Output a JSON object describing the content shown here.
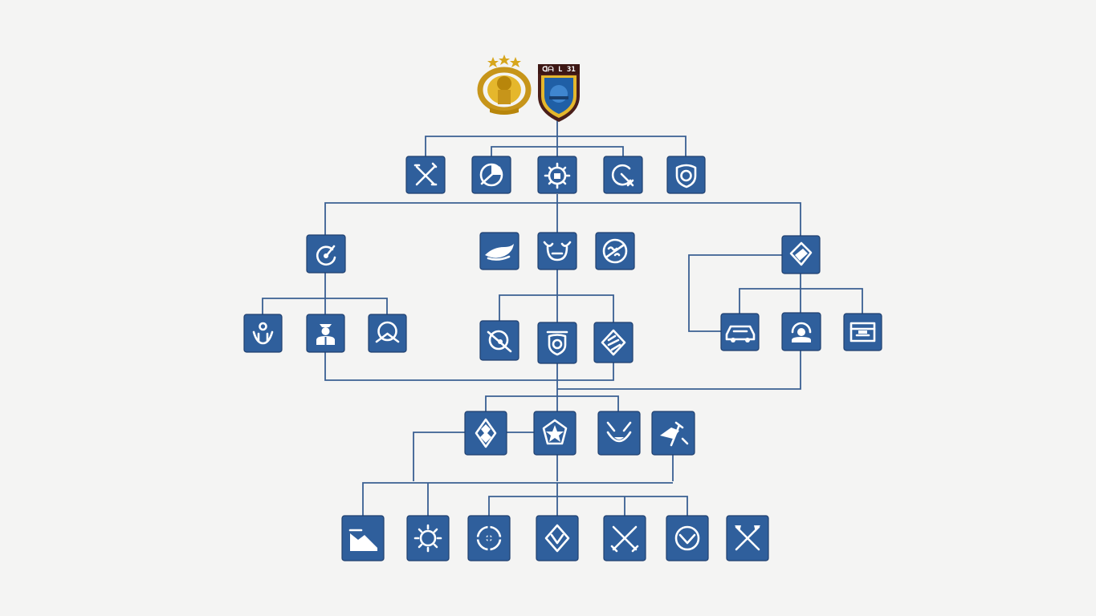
{
  "colors": {
    "background": "#f4f4f3",
    "tile": "#2f5f9c",
    "tile_border": "#1f3f6e",
    "connector": "#3a5f93",
    "gold": "#d7a61d",
    "shield_dark": "#4a1e1a",
    "shield_blue": "#1f5fa6"
  },
  "logos": {
    "emblem_icon": "police-star-emblem",
    "badge_icon": "police-shield-badge",
    "badge_text": "ᗡᗩ L 31"
  },
  "nodes": [
    {
      "id": "t1",
      "icon": "crossed-tools-icon"
    },
    {
      "id": "t2",
      "icon": "pie-chart-icon"
    },
    {
      "id": "t3",
      "icon": "gear-icon"
    },
    {
      "id": "t4",
      "icon": "search-wrench-icon"
    },
    {
      "id": "t5",
      "icon": "shield-badge-icon"
    },
    {
      "id": "l1",
      "icon": "hook-icon"
    },
    {
      "id": "c1",
      "icon": "wing-icon"
    },
    {
      "id": "c2",
      "icon": "mask-icon"
    },
    {
      "id": "c3",
      "icon": "sos-icon"
    },
    {
      "id": "r1",
      "icon": "diamond-hand-icon"
    },
    {
      "id": "l2a",
      "icon": "figure-icon"
    },
    {
      "id": "l2b",
      "icon": "officer-icon"
    },
    {
      "id": "l2c",
      "icon": "ring-check-icon"
    },
    {
      "id": "c2a",
      "icon": "baton-icon"
    },
    {
      "id": "c2b",
      "icon": "police-badge-icon"
    },
    {
      "id": "c2c",
      "icon": "chevron-diamond-icon"
    },
    {
      "id": "r2a",
      "icon": "vehicle-icon"
    },
    {
      "id": "r2b",
      "icon": "operator-icon"
    },
    {
      "id": "r2c",
      "icon": "map-board-icon"
    },
    {
      "id": "m1",
      "icon": "leaf-diamond-icon"
    },
    {
      "id": "m2",
      "icon": "star-icon"
    },
    {
      "id": "m3",
      "icon": "smile-mask-icon"
    },
    {
      "id": "m4",
      "icon": "flag-hammer-icon"
    },
    {
      "id": "b1",
      "icon": "ramp-icon"
    },
    {
      "id": "b2",
      "icon": "sun-gear-icon"
    },
    {
      "id": "b3",
      "icon": "target-ring-icon"
    },
    {
      "id": "b4",
      "icon": "diamond-v-icon"
    },
    {
      "id": "b5",
      "icon": "crossed-swords-icon"
    },
    {
      "id": "b6",
      "icon": "ring-chevron-icon"
    },
    {
      "id": "b7",
      "icon": "crossed-axes-icon"
    }
  ]
}
